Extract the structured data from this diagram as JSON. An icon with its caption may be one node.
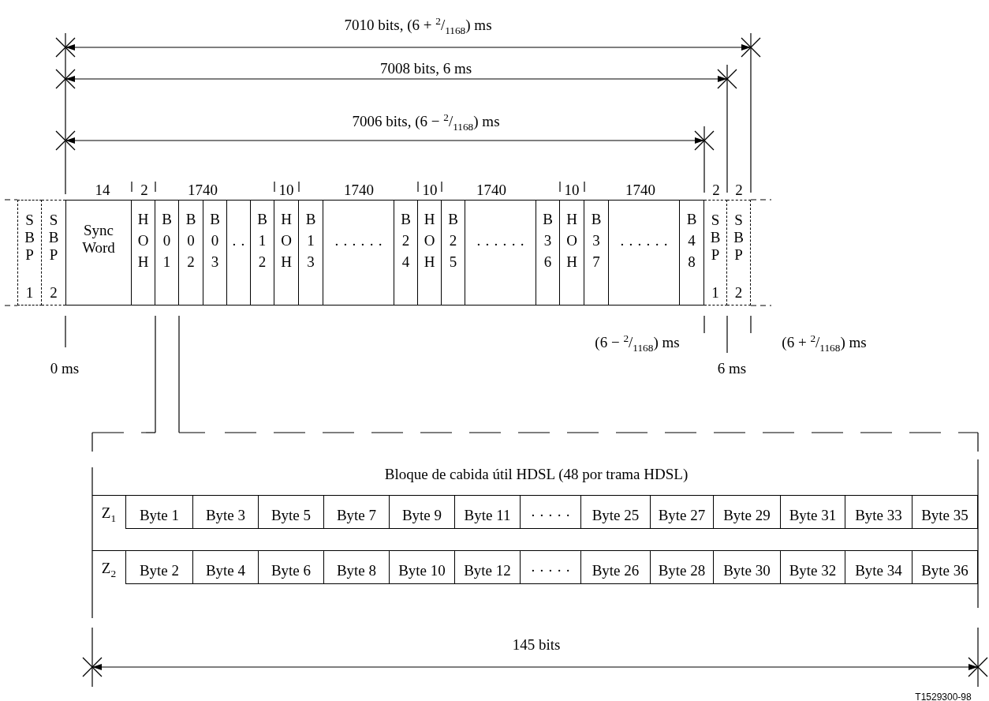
{
  "diagram": {
    "nodes": [
      {
        "text": [
          "S B P",
          "1"
        ]
      },
      {
        "text": [
          "S B P",
          "2"
        ]
      },
      {
        "text": [
          "Sync Word"
        ]
      },
      {
        "text": [
          "H O H"
        ]
      },
      {
        "text": [
          "B 0 1"
        ]
      },
      {
        "text": [
          "B 0 2"
        ]
      },
      {
        "text": [
          "B 0 3"
        ]
      },
      {
        "text": [
          "· ·"
        ]
      },
      {
        "text": [
          "B 1 2"
        ]
      },
      {
        "text": [
          "H O H"
        ]
      },
      {
        "text": [
          "B 1 3"
        ]
      },
      {
        "text": [
          "· · · · · ·"
        ]
      },
      {
        "text": [
          "B 2 4"
        ]
      },
      {
        "text": [
          "H O H"
        ]
      },
      {
        "text": [
          "B 2 5"
        ]
      },
      {
        "text": [
          "· · · · · ·"
        ]
      },
      {
        "text": [
          "B 3 6"
        ]
      },
      {
        "text": [
          "H O H"
        ]
      },
      {
        "text": [
          "B 3 7"
        ]
      },
      {
        "text": [
          "· · · · · ·"
        ]
      },
      {
        "text": [
          "B 4 8"
        ]
      },
      {
        "text": [
          "S B P",
          "1"
        ]
      },
      {
        "text": [
          "S B P",
          "2"
        ]
      },
      {
        "text": [
          "Z$_{1}$"
        ]
      },
      {
        "text": [
          "Byte 1"
        ]
      },
      {
        "text": [
          "Byte 3"
        ]
      },
      {
        "text": [
          "Byte 5"
        ]
      },
      {
        "text": [
          "Byte 7"
        ]
      },
      {
        "text": [
          "Byte 9"
        ]
      },
      {
        "text": [
          "Byte 11"
        ]
      },
      {
        "text": [
          "· · · · ·"
        ]
      },
      {
        "text": [
          "Byte 25"
        ]
      },
      {
        "text": [
          "Byte 27"
        ]
      },
      {
        "text": [
          "Byte 29"
        ]
      },
      {
        "text": [
          "Byte 31"
        ]
      },
      {
        "text": [
          "Byte 33"
        ]
      },
      {
        "text": [
          "Byte 35"
        ]
      },
      {
        "text": [
          "Z$_{2}$"
        ]
      },
      {
        "text": [
          "Byte 2"
        ]
      },
      {
        "text": [
          "Byte 4"
        ]
      },
      {
        "text": [
          "Byte 6"
        ]
      },
      {
        "text": [
          "Byte 8"
        ]
      },
      {
        "text": [
          "Byte 10"
        ]
      },
      {
        "text": [
          "Byte 12"
        ]
      },
      {
        "text": [
          "· · · · ·"
        ]
      },
      {
        "text": [
          "Byte 26"
        ]
      },
      {
        "text": [
          "Byte 28"
        ]
      },
      {
        "text": [
          "Byte 30"
        ]
      },
      {
        "text": [
          "Byte 32"
        ]
      },
      {
        "text": [
          "Byte 34"
        ]
      },
      {
        "text": [
          "Byte 36"
        ]
      }
    ],
    "labels": [
      "7010 bits, (6 + $^{2}$/$_{1168}$) ms",
      "7008 bits, 6 ms",
      "7006 bits, (6 − $^{2}$/$_{1168}$) ms",
      "14",
      "2",
      "1740",
      "10",
      "1740",
      "10",
      "1740",
      "10",
      "1740",
      "2",
      "2",
      "(6 − $^{2}$/$_{1168}$) ms",
      "(6 + $^{2}$/$_{1168}$) ms",
      "0 ms",
      "6 ms",
      "Bloque de cabida útil HDSL (48 por trama HDSL)",
      "145 bits",
      "T1529300-98"
    ]
  }
}
